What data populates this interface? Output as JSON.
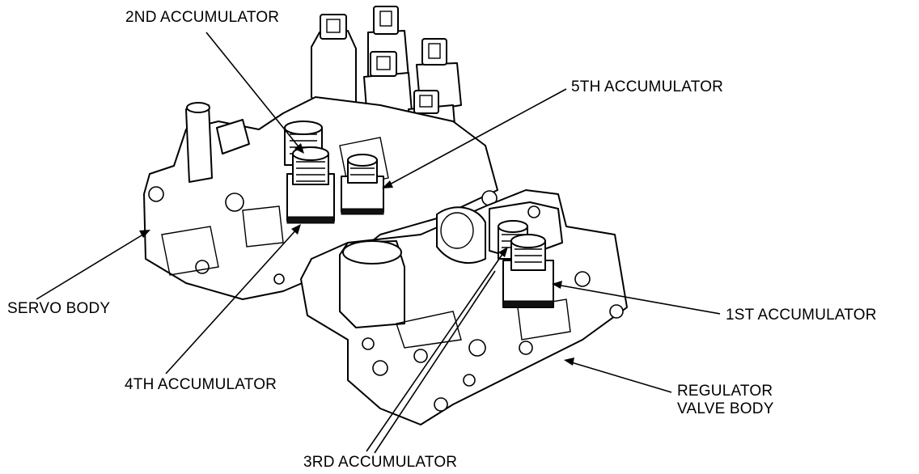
{
  "labels": {
    "second_accumulator": "2ND ACCUMULATOR",
    "fifth_accumulator": "5TH ACCUMULATOR",
    "servo_body": "SERVO BODY",
    "first_accumulator": "1ST ACCUMULATOR",
    "fourth_accumulator": "4TH ACCUMULATOR",
    "regulator_valve_body_line1": "REGULATOR",
    "regulator_valve_body_line2": "VALVE BODY",
    "third_accumulator": "3RD ACCUMULATOR"
  }
}
